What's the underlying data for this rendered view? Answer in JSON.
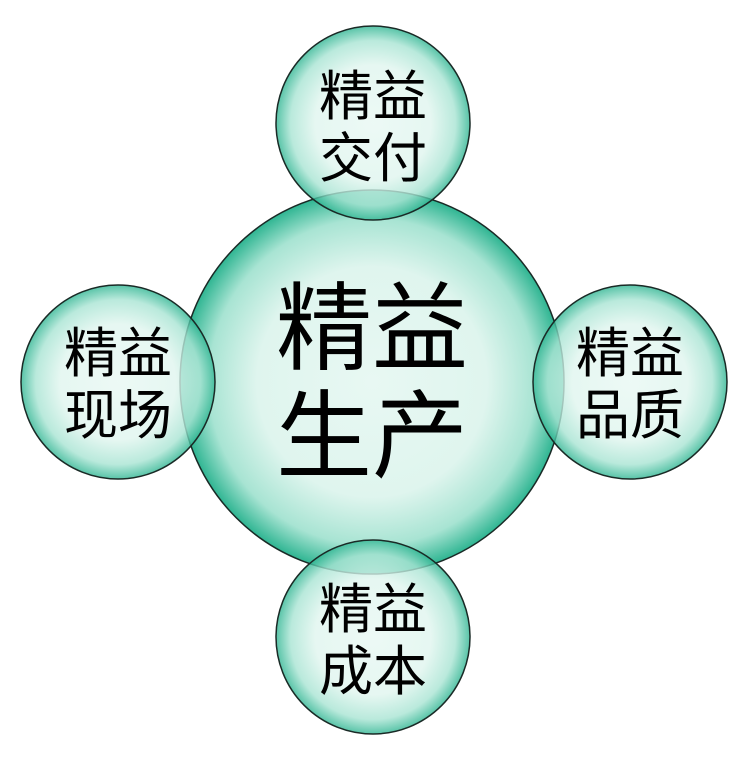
{
  "colors": {
    "edge": "#2fb592",
    "center": "#e8f8f3",
    "stroke": "#1a2a26"
  },
  "center": {
    "line1": "精益",
    "line2": "生产"
  },
  "satellites": [
    {
      "id": "top",
      "line1": "精益",
      "line2": "交付"
    },
    {
      "id": "left",
      "line1": "精益",
      "line2": "现场"
    },
    {
      "id": "right",
      "line1": "精益",
      "line2": "品质"
    },
    {
      "id": "bottom",
      "line1": "精益",
      "line2": "成本"
    }
  ]
}
